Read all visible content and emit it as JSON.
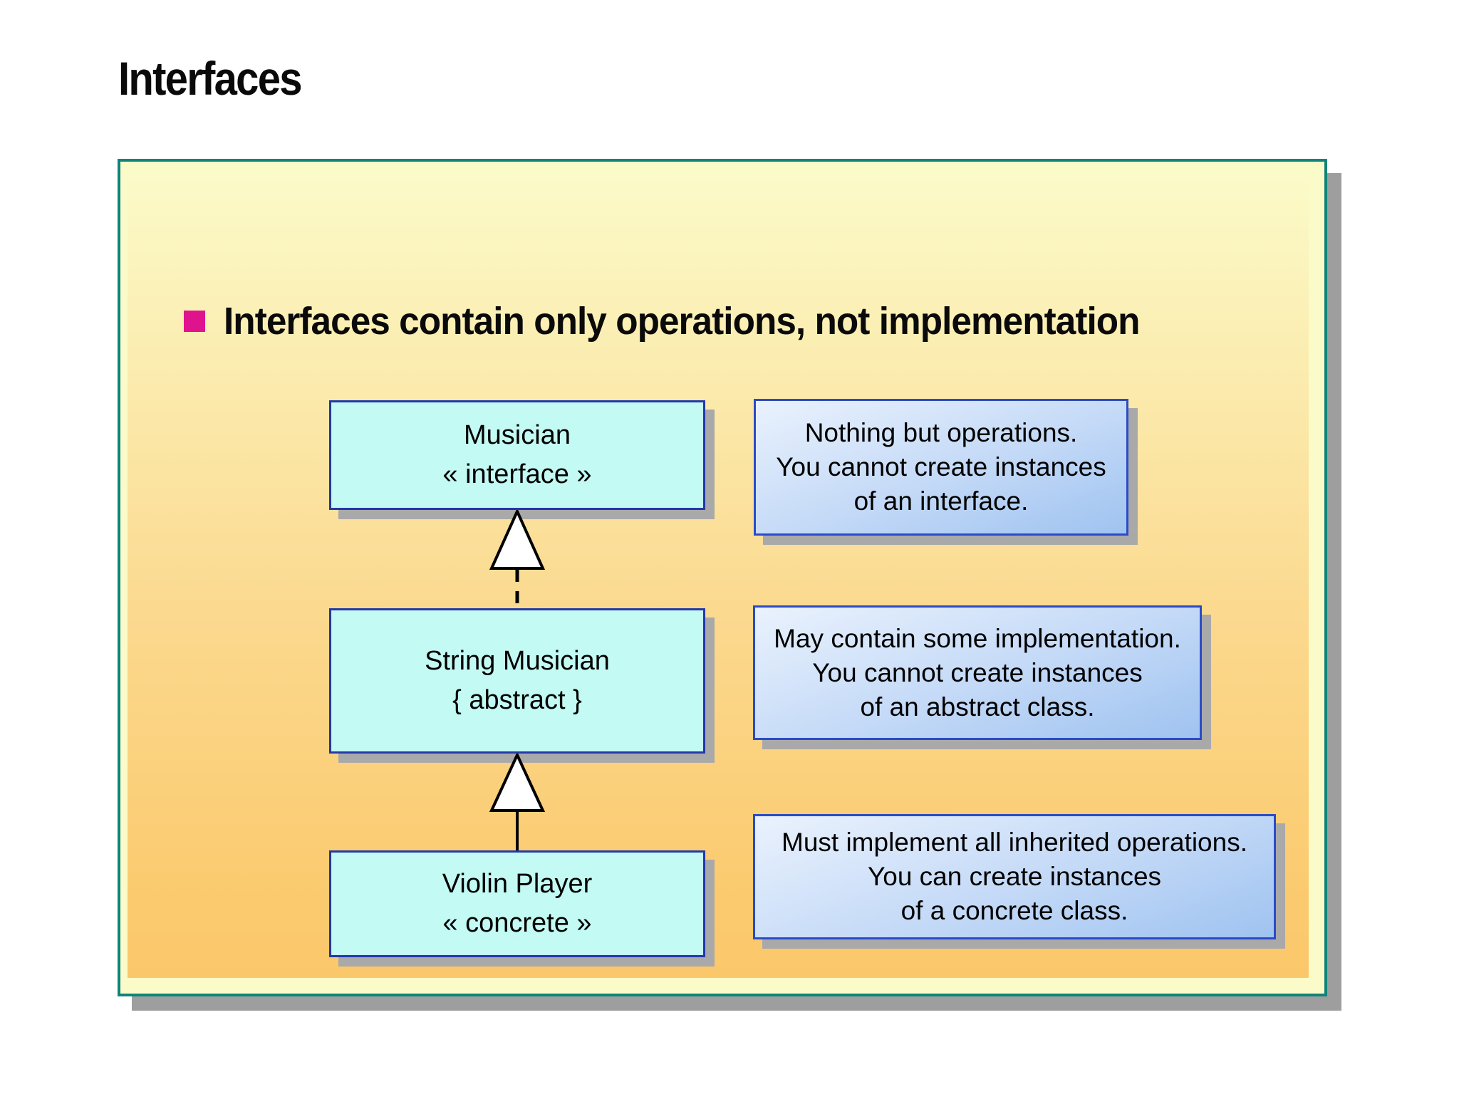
{
  "slide": {
    "title": "Interfaces",
    "bullet": {
      "text": "Interfaces contain only operations, not implementation"
    }
  },
  "diagram": {
    "classes": [
      {
        "name": "Musician",
        "stereotype": "« interface »"
      },
      {
        "name": "String Musician",
        "stereotype": "{ abstract }"
      },
      {
        "name": "Violin Player",
        "stereotype": "« concrete »"
      }
    ],
    "relations": [
      {
        "from": "String Musician",
        "to": "Musician",
        "type": "realization",
        "line_style": "dashed",
        "arrowhead": "hollow-triangle"
      },
      {
        "from": "Violin Player",
        "to": "String Musician",
        "type": "generalization",
        "line_style": "solid",
        "arrowhead": "hollow-triangle"
      }
    ],
    "notes": [
      {
        "lines": [
          "Nothing but operations.",
          "You cannot create instances",
          "of an interface."
        ]
      },
      {
        "lines": [
          "May contain some implementation.",
          "You cannot create instances",
          "of an abstract class."
        ]
      },
      {
        "lines": [
          "Must implement all inherited operations.",
          "You can create instances",
          "of a concrete class."
        ]
      }
    ]
  },
  "colors": {
    "panel_border": "#0e8578",
    "panel_fill_top": "#fbfbc9",
    "panel_fill_bottom": "#fbc76b",
    "class_box_fill": "#c3faf4",
    "class_box_border": "#2438a8",
    "note_fill_top": "#eaf2fd",
    "note_fill_bottom": "#9fc3f0",
    "note_border": "#2a4bc8",
    "bullet_marker": "#e0138e",
    "shadow": "#9e9e9e",
    "text": "#000000"
  }
}
